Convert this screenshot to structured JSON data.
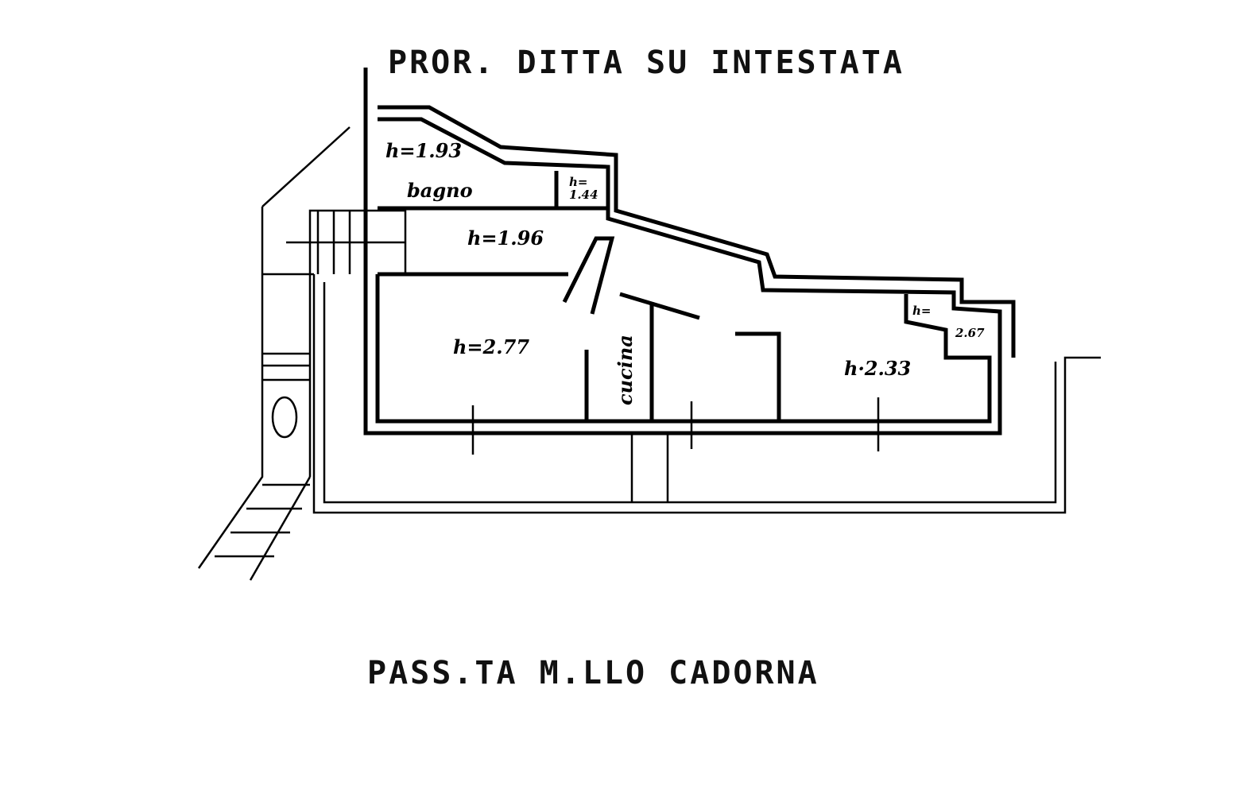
{
  "top_label": "PROR. DITTA SU INTESTATA",
  "bottom_label": "PASS.TA M.LLO CADORNA",
  "rooms": {
    "bagno_height": "h=1.93",
    "bagno_name": "bagno",
    "closet_h": "h=",
    "closet_value": "1.44",
    "corridor_height": "h=1.96",
    "room1_height": "h=2.77",
    "kitchen_name": "cucina",
    "room2_height": "h·2.33",
    "small_h": "h=",
    "small_value": "2.67"
  },
  "colors": {
    "ink": "#000000",
    "paper": "#ffffff"
  }
}
